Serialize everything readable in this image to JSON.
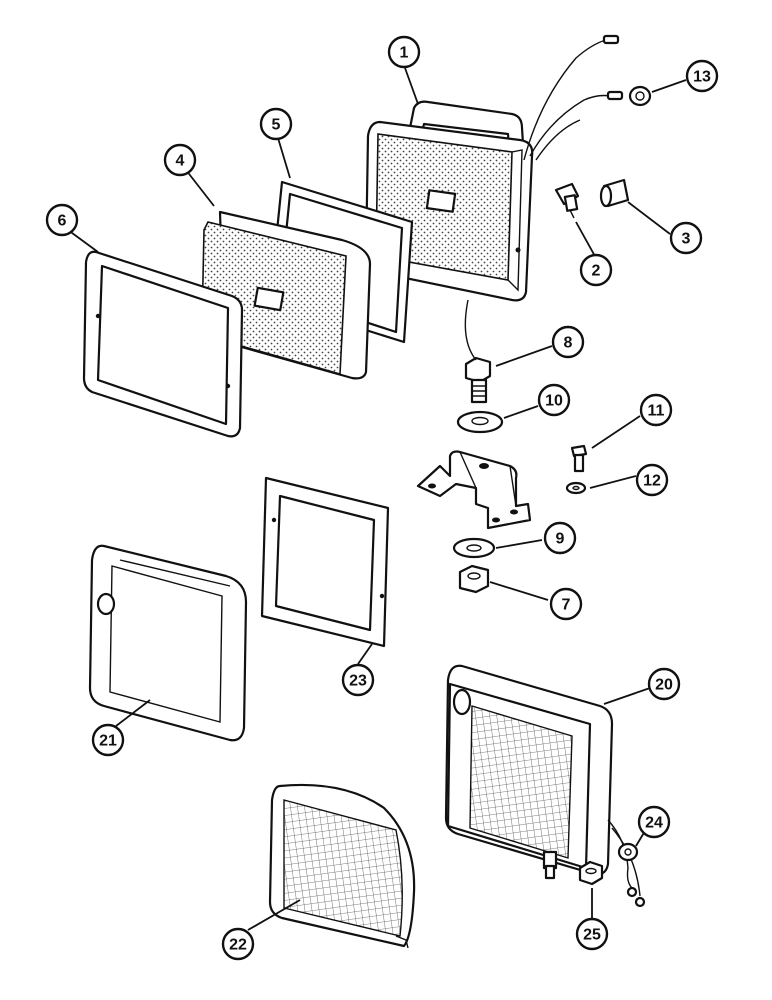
{
  "diagram": {
    "callouts": [
      {
        "id": "c1",
        "label": "1"
      },
      {
        "id": "c2",
        "label": "2"
      },
      {
        "id": "c3",
        "label": "3"
      },
      {
        "id": "c4",
        "label": "4"
      },
      {
        "id": "c5",
        "label": "5"
      },
      {
        "id": "c6",
        "label": "6"
      },
      {
        "id": "c7",
        "label": "7"
      },
      {
        "id": "c8",
        "label": "8"
      },
      {
        "id": "c9",
        "label": "9"
      },
      {
        "id": "c10",
        "label": "10"
      },
      {
        "id": "c11",
        "label": "11"
      },
      {
        "id": "c12",
        "label": "12"
      },
      {
        "id": "c13",
        "label": "13"
      },
      {
        "id": "c20",
        "label": "20"
      },
      {
        "id": "c21",
        "label": "21"
      },
      {
        "id": "c22",
        "label": "22"
      },
      {
        "id": "c23",
        "label": "23"
      },
      {
        "id": "c24",
        "label": "24"
      },
      {
        "id": "c25",
        "label": "25"
      }
    ]
  }
}
